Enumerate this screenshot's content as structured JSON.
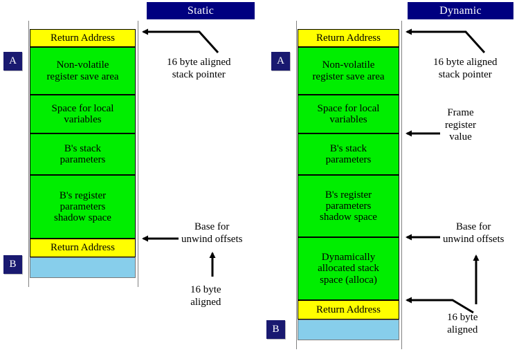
{
  "diagram": {
    "title_static": "Static",
    "title_dynamic": "Dynamic",
    "badges": {
      "a": "A",
      "b": "B"
    }
  },
  "static_frame": {
    "cells": [
      {
        "label": "Return Address",
        "color": "#ffff00"
      },
      {
        "label": "Non-volatile\nregister save area",
        "color": "#00ee00"
      },
      {
        "label": "Space for local\nvariables",
        "color": "#00ee00"
      },
      {
        "label": "B's stack\nparameters",
        "color": "#00ee00"
      },
      {
        "label": "B's register\nparameters\nshadow space",
        "color": "#00ee00"
      },
      {
        "label": "Return Address",
        "color": "#ffff00"
      },
      {
        "label": "",
        "color": "#87ceeb"
      }
    ],
    "cell_0": "Return Address",
    "cell_1_line_0": "Non-volatile",
    "cell_1_line_1": "register save area",
    "cell_2_line_0": "Space for local",
    "cell_2_line_1": "variables",
    "cell_3_line_0": "B's stack",
    "cell_3_line_1": "parameters",
    "cell_4_line_0": "B's register",
    "cell_4_line_1": "parameters",
    "cell_4_line_2": "shadow space",
    "cell_5": "Return Address",
    "annotations": {
      "stack_pointer_line_0": "16 byte aligned",
      "stack_pointer_line_1": "stack pointer",
      "unwind_line_0": "Base for",
      "unwind_line_1": "unwind offsets",
      "aligned_line_0": "16 byte",
      "aligned_line_1": "aligned"
    }
  },
  "dynamic_frame": {
    "cells": [
      {
        "label": "Return Address",
        "color": "#ffff00"
      },
      {
        "label": "Non-volatile\nregister save area",
        "color": "#00ee00"
      },
      {
        "label": "Space for local\nvariables",
        "color": "#00ee00"
      },
      {
        "label": "B's stack\nparameters",
        "color": "#00ee00"
      },
      {
        "label": "B's register\nparameters\nshadow space",
        "color": "#00ee00"
      },
      {
        "label": "Dynamically\nallocated stack\nspace (alloca)",
        "color": "#00ee00"
      },
      {
        "label": "Return Address",
        "color": "#ffff00"
      },
      {
        "label": "",
        "color": "#87ceeb"
      }
    ],
    "cell_0": "Return Address",
    "cell_1_line_0": "Non-volatile",
    "cell_1_line_1": "register save area",
    "cell_2_line_0": "Space for local",
    "cell_2_line_1": "variables",
    "cell_3_line_0": "B's stack",
    "cell_3_line_1": "parameters",
    "cell_4_line_0": "B's register",
    "cell_4_line_1": "parameters",
    "cell_4_line_2": "shadow space",
    "cell_5_line_0": "Dynamically",
    "cell_5_line_1": "allocated stack",
    "cell_5_line_2": "space (alloca)",
    "cell_6": "Return Address",
    "annotations": {
      "stack_pointer_line_0": "16 byte aligned",
      "stack_pointer_line_1": "stack pointer",
      "frame_register_line_0": "Frame",
      "frame_register_line_1": "register",
      "frame_register_line_2": "value",
      "unwind_line_0": "Base for",
      "unwind_line_1": "unwind offsets",
      "aligned_line_0": "16 byte",
      "aligned_line_1": "aligned"
    }
  },
  "colors": {
    "banner_bg": "#000080",
    "badge_bg": "#191970",
    "return_address": "#ffff00",
    "frame_body": "#00ee00",
    "caller_area": "#87ceeb",
    "guide": "#808080"
  }
}
